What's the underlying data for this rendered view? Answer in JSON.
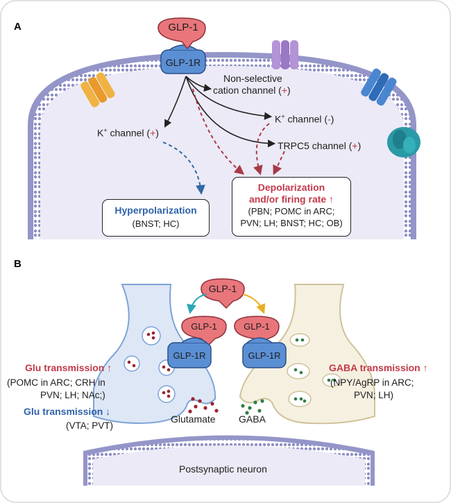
{
  "panel_a": {
    "label": "A",
    "ligand": "GLP-1",
    "receptor": "GLP-1R",
    "nonselective_line1": "Non-selective",
    "nonselective_line2": "cation channel",
    "plus": "+",
    "minus": "-",
    "k_channel_text": "K",
    "k_channel_suffix": " channel (",
    "close_paren": ")",
    "trpc5_text": "TRPC5 channel (",
    "hyperpolarization": {
      "title": "Hyperpolarization",
      "regions": "(BNST; HC)"
    },
    "depolarization": {
      "title_line1": "Depolarization",
      "title_line2": "and/or  firing rate ↑",
      "regions_line1": "(PBN; POMC in ARC;",
      "regions_line2": "PVN; LH; BNST; HC; OB)"
    }
  },
  "panel_b": {
    "label": "B",
    "ligand_center": "GLP-1",
    "ligand_left": "GLP-1",
    "receptor_left": "GLP-1R",
    "ligand_right": "GLP-1",
    "receptor_right": "GLP-1R",
    "glu_up": {
      "title": "Glu transmission ↑",
      "line1": "(POMC in ARC; CRH in",
      "line2": "PVN;  LH; NAc;)"
    },
    "glu_down": {
      "title": "Glu transmission ↓",
      "line1": "(VTA; PVT)"
    },
    "gaba_up": {
      "title": "GABA transmission ↑",
      "line1": "(NPY/AgRP in ARC;",
      "line2": "PVN; LH)"
    },
    "glutamate_label": "Glutamate",
    "gaba_label": "GABA",
    "postsynaptic": "Postsynaptic neuron"
  },
  "colors": {
    "glp1_fill": "#e8767b",
    "glp1r_fill": "#5b8fd4",
    "membrane": "#8e8fc4",
    "cell_fill": "#eceaf6",
    "arrow_blue": "#2f6aa3",
    "arrow_red": "#a83a48",
    "glu_dot": "#9b2332",
    "gaba_dot": "#2f7d43",
    "left_neuron": "#dde7f6",
    "right_neuron": "#f6f0e0"
  }
}
